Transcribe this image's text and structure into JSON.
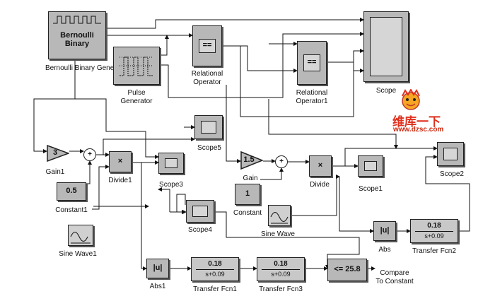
{
  "blocks": {
    "bernoulli": {
      "label": "Bernoulli Binary Generator",
      "text": "Bernoulli\nBinary"
    },
    "pulse": {
      "label": "Pulse\nGenerator",
      "text": ""
    },
    "relop": {
      "label": "Relational\nOperator",
      "text": "=="
    },
    "relop1": {
      "label": "Relational\nOperator1",
      "text": "=="
    },
    "scope": {
      "label": "Scope",
      "text": ""
    },
    "gain1": {
      "label": "Gain1",
      "text": "3"
    },
    "sum1": {
      "label": "",
      "text": "+"
    },
    "divide1": {
      "label": "Divide1",
      "text": "×"
    },
    "scope3": {
      "label": "Scope3",
      "text": ""
    },
    "scope5": {
      "label": "Scope5",
      "text": ""
    },
    "constant1": {
      "label": "Constant1",
      "text": "0.5"
    },
    "sinewave1": {
      "label": "Sine Wave1",
      "text": ""
    },
    "gain": {
      "label": "Gain",
      "text": "1.5"
    },
    "sum": {
      "label": "",
      "text": "+"
    },
    "divide": {
      "label": "Divide",
      "text": "×"
    },
    "scope1": {
      "label": "Scope1",
      "text": ""
    },
    "scope2": {
      "label": "Scope2",
      "text": ""
    },
    "constant": {
      "label": "Constant",
      "text": "1"
    },
    "sinewave": {
      "label": "Sine Wave",
      "text": ""
    },
    "scope4": {
      "label": "Scope4",
      "text": ""
    },
    "abs": {
      "label": "Abs",
      "text": "|u|"
    },
    "abs1": {
      "label": "Abs1",
      "text": "|u|"
    },
    "tf1": {
      "label": "Transfer Fcn1",
      "num": "0.18",
      "den": "s+0.09"
    },
    "tf3": {
      "label": "Transfer Fcn3",
      "num": "0.18",
      "den": "s+0.09"
    },
    "tf2": {
      "label": "Transfer Fcn2",
      "num": "0.18",
      "den": "s+0.09"
    },
    "compare": {
      "label": "Compare\nTo Constant",
      "text": "<= 25.8"
    }
  },
  "watermark": {
    "title": "维库一下",
    "url": "www.dzsc.com"
  },
  "colors": {
    "block_fill": "#b8b8b8",
    "wire": "#111111",
    "watermark": "#e0301e"
  }
}
